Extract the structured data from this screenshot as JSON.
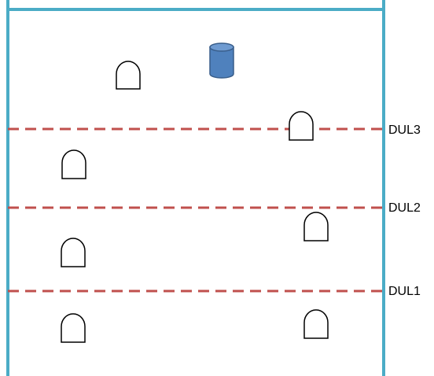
{
  "lines": [
    {
      "id": "dul3",
      "label": "DUL3"
    },
    {
      "id": "dul2",
      "label": "DUL2"
    },
    {
      "id": "dul1",
      "label": "DUL1"
    }
  ],
  "colors": {
    "wall": "#4BACC6",
    "dashed_line": "#C0504D",
    "cylinder_fill": "#4F81BD",
    "cylinder_top": "#6F9BD1",
    "cylinder_stroke": "#385D8A",
    "arch_stroke": "#000000"
  },
  "icons": {
    "arch": "arch-tunnel-icon",
    "cylinder": "cylinder-tank-icon"
  }
}
